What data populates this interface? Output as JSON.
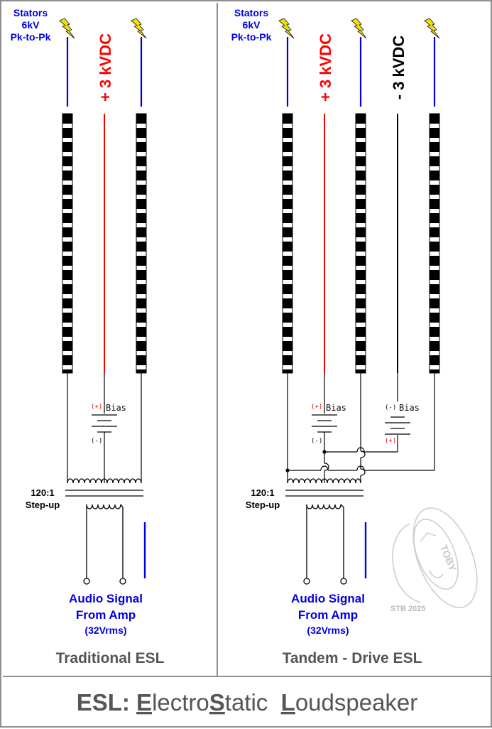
{
  "left_panel": {
    "stators_label": [
      "Stators",
      "6kV",
      "Pk-to-Pk"
    ],
    "bias_voltage": "+ 3 kVDC",
    "bias_label": "Bias",
    "bias_plus": "(+)",
    "bias_minus": "(-)",
    "transformer_ratio": "120:1",
    "transformer_type": "Step-up",
    "audio_label": [
      "Audio Signal",
      "From Amp",
      "(32Vrms)"
    ],
    "caption": "Traditional ESL"
  },
  "right_panel": {
    "stators_label": [
      "Stators",
      "6kV",
      "Pk-to-Pk"
    ],
    "bias_pos_voltage": "+ 3 kVDC",
    "bias_neg_voltage": "- 3 kVDC",
    "bias_label": "Bias",
    "bias_plus": "(+)",
    "bias_minus": "(-)",
    "transformer_ratio": "120:1",
    "transformer_type": "Step-up",
    "audio_label": [
      "Audio Signal",
      "From Amp",
      "(32Vrms)"
    ],
    "caption": "Tandem - Drive ESL"
  },
  "watermark": {
    "logo_text": "TOBY",
    "credit": "STB 2025"
  },
  "footer": {
    "title_prefix": "ESL: ",
    "title_parts": [
      {
        "text": "E",
        "underline": true
      },
      {
        "text": "lectro",
        "underline": false
      },
      {
        "text": "S",
        "underline": true
      },
      {
        "text": "tatic  ",
        "underline": false
      },
      {
        "text": "L",
        "underline": true
      },
      {
        "text": "oudspeaker",
        "underline": false
      }
    ]
  },
  "colors": {
    "stator_wire": "#0000e0",
    "positive_bias": "#ff0000",
    "negative_bias": "#000000",
    "lightning": "#f2e100",
    "caption_text": "#555555"
  },
  "icons": [
    "lightning-icon",
    "speaker-watermark-icon"
  ]
}
